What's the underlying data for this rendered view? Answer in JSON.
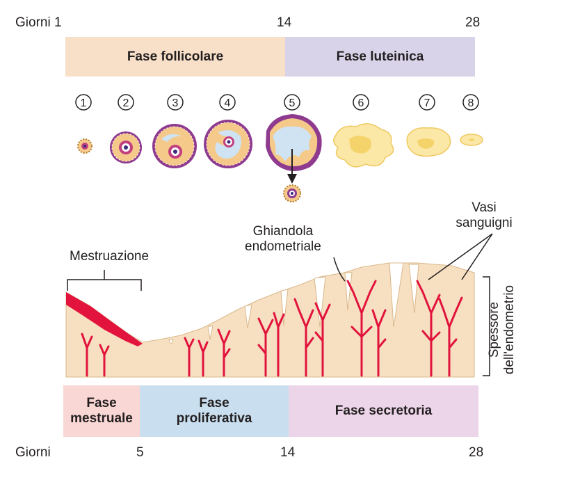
{
  "top_axis": {
    "label": "Giorni 1",
    "mid": "14",
    "end": "28"
  },
  "ovarian_phases": [
    {
      "label": "Fase follicolare",
      "color": "#f8dfc8"
    },
    {
      "label": "Fase luteinica",
      "color": "#d9d3ea"
    }
  ],
  "stages": [
    "1",
    "2",
    "3",
    "4",
    "5",
    "6",
    "7",
    "8"
  ],
  "labels": {
    "menstruation": "Mestruazione",
    "gland_line1": "Ghiandola",
    "gland_line2": "endometriale",
    "vessels_line1": "Vasi",
    "vessels_line2": "sanguigni",
    "thickness_line1": "Spessore",
    "thickness_line2": "dell'endometrio"
  },
  "uterine_phases": [
    {
      "line1": "Fase",
      "line2": "mestruale",
      "color": "#f9d7d4"
    },
    {
      "line1": "Fase",
      "line2": "proliferativa",
      "color": "#c9dff0"
    },
    {
      "line1": "Fase secretoria",
      "line2": "",
      "color": "#ecd5e8"
    }
  ],
  "bottom_axis": {
    "label": "Giorni",
    "day5": "5",
    "day14": "14",
    "day28": "28"
  },
  "colors": {
    "endometrium": "#f7dfc1",
    "vessel": "#e2133c",
    "follicle_outer": "#8e3a8f",
    "follicle_fill": "#f4c98a",
    "luteal": "#fbe7a6"
  }
}
